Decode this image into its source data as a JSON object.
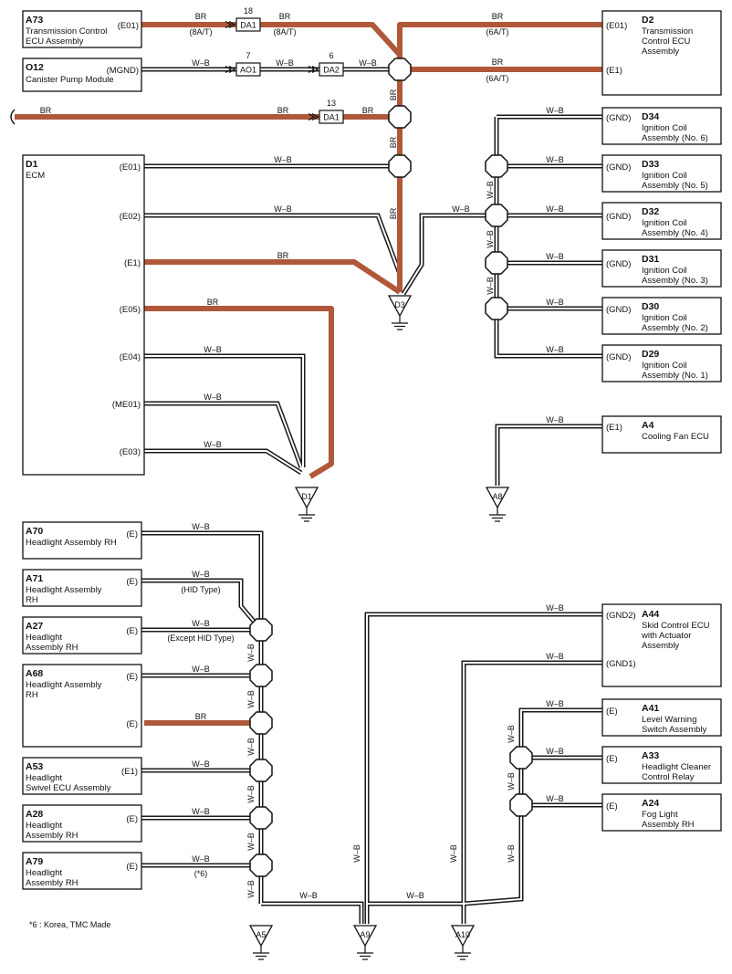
{
  "colors": {
    "br_wire": "#b0583a",
    "wire_outline": "#1a1a1a",
    "wire_fill": "#ffffff"
  },
  "wire": {
    "br": "BR",
    "wb": "W–B"
  },
  "notes": {
    "a_t8": "(8A/T)",
    "a_t6": "(6A/T)",
    "hid": "(HID Type)",
    "except_hid": "(Except HID Type)",
    "star6": "(*6)",
    "footnote": "*6 : Korea,  TMC Made"
  },
  "connectors": {
    "da1": "DA1",
    "ao1": "AO1",
    "da2": "DA2",
    "n18": "18",
    "n7": "7",
    "n6": "6",
    "n13": "13"
  },
  "grounds": {
    "d3": "D3",
    "d1": "D1",
    "a8": "A8",
    "a5": "A5",
    "a9": "A9",
    "a10": "A10"
  },
  "components": {
    "a73": {
      "code": "A73",
      "line1": "Transmission Control",
      "line2": "ECU Assembly",
      "pin": "(E01)"
    },
    "o12": {
      "code": "O12",
      "line1": "Canister Pump Module",
      "pin": "(MGND)"
    },
    "d2": {
      "code": "D2",
      "line1": "Transmission",
      "line2": "Control ECU",
      "line3": "Assembly",
      "pin1": "(E01)",
      "pin2": "(E1)"
    },
    "d1": {
      "code": "D1",
      "line1": "ECM",
      "pins": [
        "(E01)",
        "(E02)",
        "(E1)",
        "(E05)",
        "(E04)",
        "(ME01)",
        "(E03)"
      ]
    },
    "d34": {
      "code": "D34",
      "line1": "Ignition Coil",
      "line2": "Assembly (No. 6)",
      "pin": "(GND)"
    },
    "d33": {
      "code": "D33",
      "line1": "Ignition Coil",
      "line2": "Assembly (No. 5)",
      "pin": "(GND)"
    },
    "d32": {
      "code": "D32",
      "line1": "Ignition Coil",
      "line2": "Assembly (No. 4)",
      "pin": "(GND)"
    },
    "d31": {
      "code": "D31",
      "line1": "Ignition Coil",
      "line2": "Assembly (No. 3)",
      "pin": "(GND)"
    },
    "d30": {
      "code": "D30",
      "line1": "Ignition Coil",
      "line2": "Assembly (No. 2)",
      "pin": "(GND)"
    },
    "d29": {
      "code": "D29",
      "line1": "Ignition Coil",
      "line2": "Assembly (No. 1)",
      "pin": "(GND)"
    },
    "a4": {
      "code": "A4",
      "line1": "Cooling Fan ECU",
      "pin": "(E1)"
    },
    "a70": {
      "code": "A70",
      "line1": "Headlight Assembly RH",
      "pin": "(E)"
    },
    "a71": {
      "code": "A71",
      "line1": "Headlight Assembly",
      "line2": "RH",
      "pin": "(E)"
    },
    "a27": {
      "code": "A27",
      "line1": "Headlight",
      "line2": "Assembly RH",
      "pin": "(E)"
    },
    "a68": {
      "code": "A68",
      "line1": "Headlight Assembly",
      "line2": "RH",
      "pin1": "(E)",
      "pin2": "(E)"
    },
    "a53": {
      "code": "A53",
      "line1": "Headlight",
      "line2": "Swivel ECU Assembly",
      "pin": "(E1)"
    },
    "a28": {
      "code": "A28",
      "line1": "Headlight",
      "line2": "Assembly RH",
      "pin": "(E)"
    },
    "a79": {
      "code": "A79",
      "line1": "Headlight",
      "line2": "Assembly RH",
      "pin": "(E)"
    },
    "a44": {
      "code": "A44",
      "line1": "Skid Control ECU",
      "line2": "with Actuator",
      "line3": "Assembly",
      "pin1": "(GND2)",
      "pin2": "(GND1)"
    },
    "a41": {
      "code": "A41",
      "line1": "Level Warning",
      "line2": "Switch Assembly",
      "pin": "(E)"
    },
    "a33": {
      "code": "A33",
      "line1": "Headlight Cleaner",
      "line2": "Control Relay",
      "pin": "(E)"
    },
    "a24": {
      "code": "A24",
      "line1": "Fog Light",
      "line2": "Assembly RH",
      "pin": "(E)"
    }
  }
}
